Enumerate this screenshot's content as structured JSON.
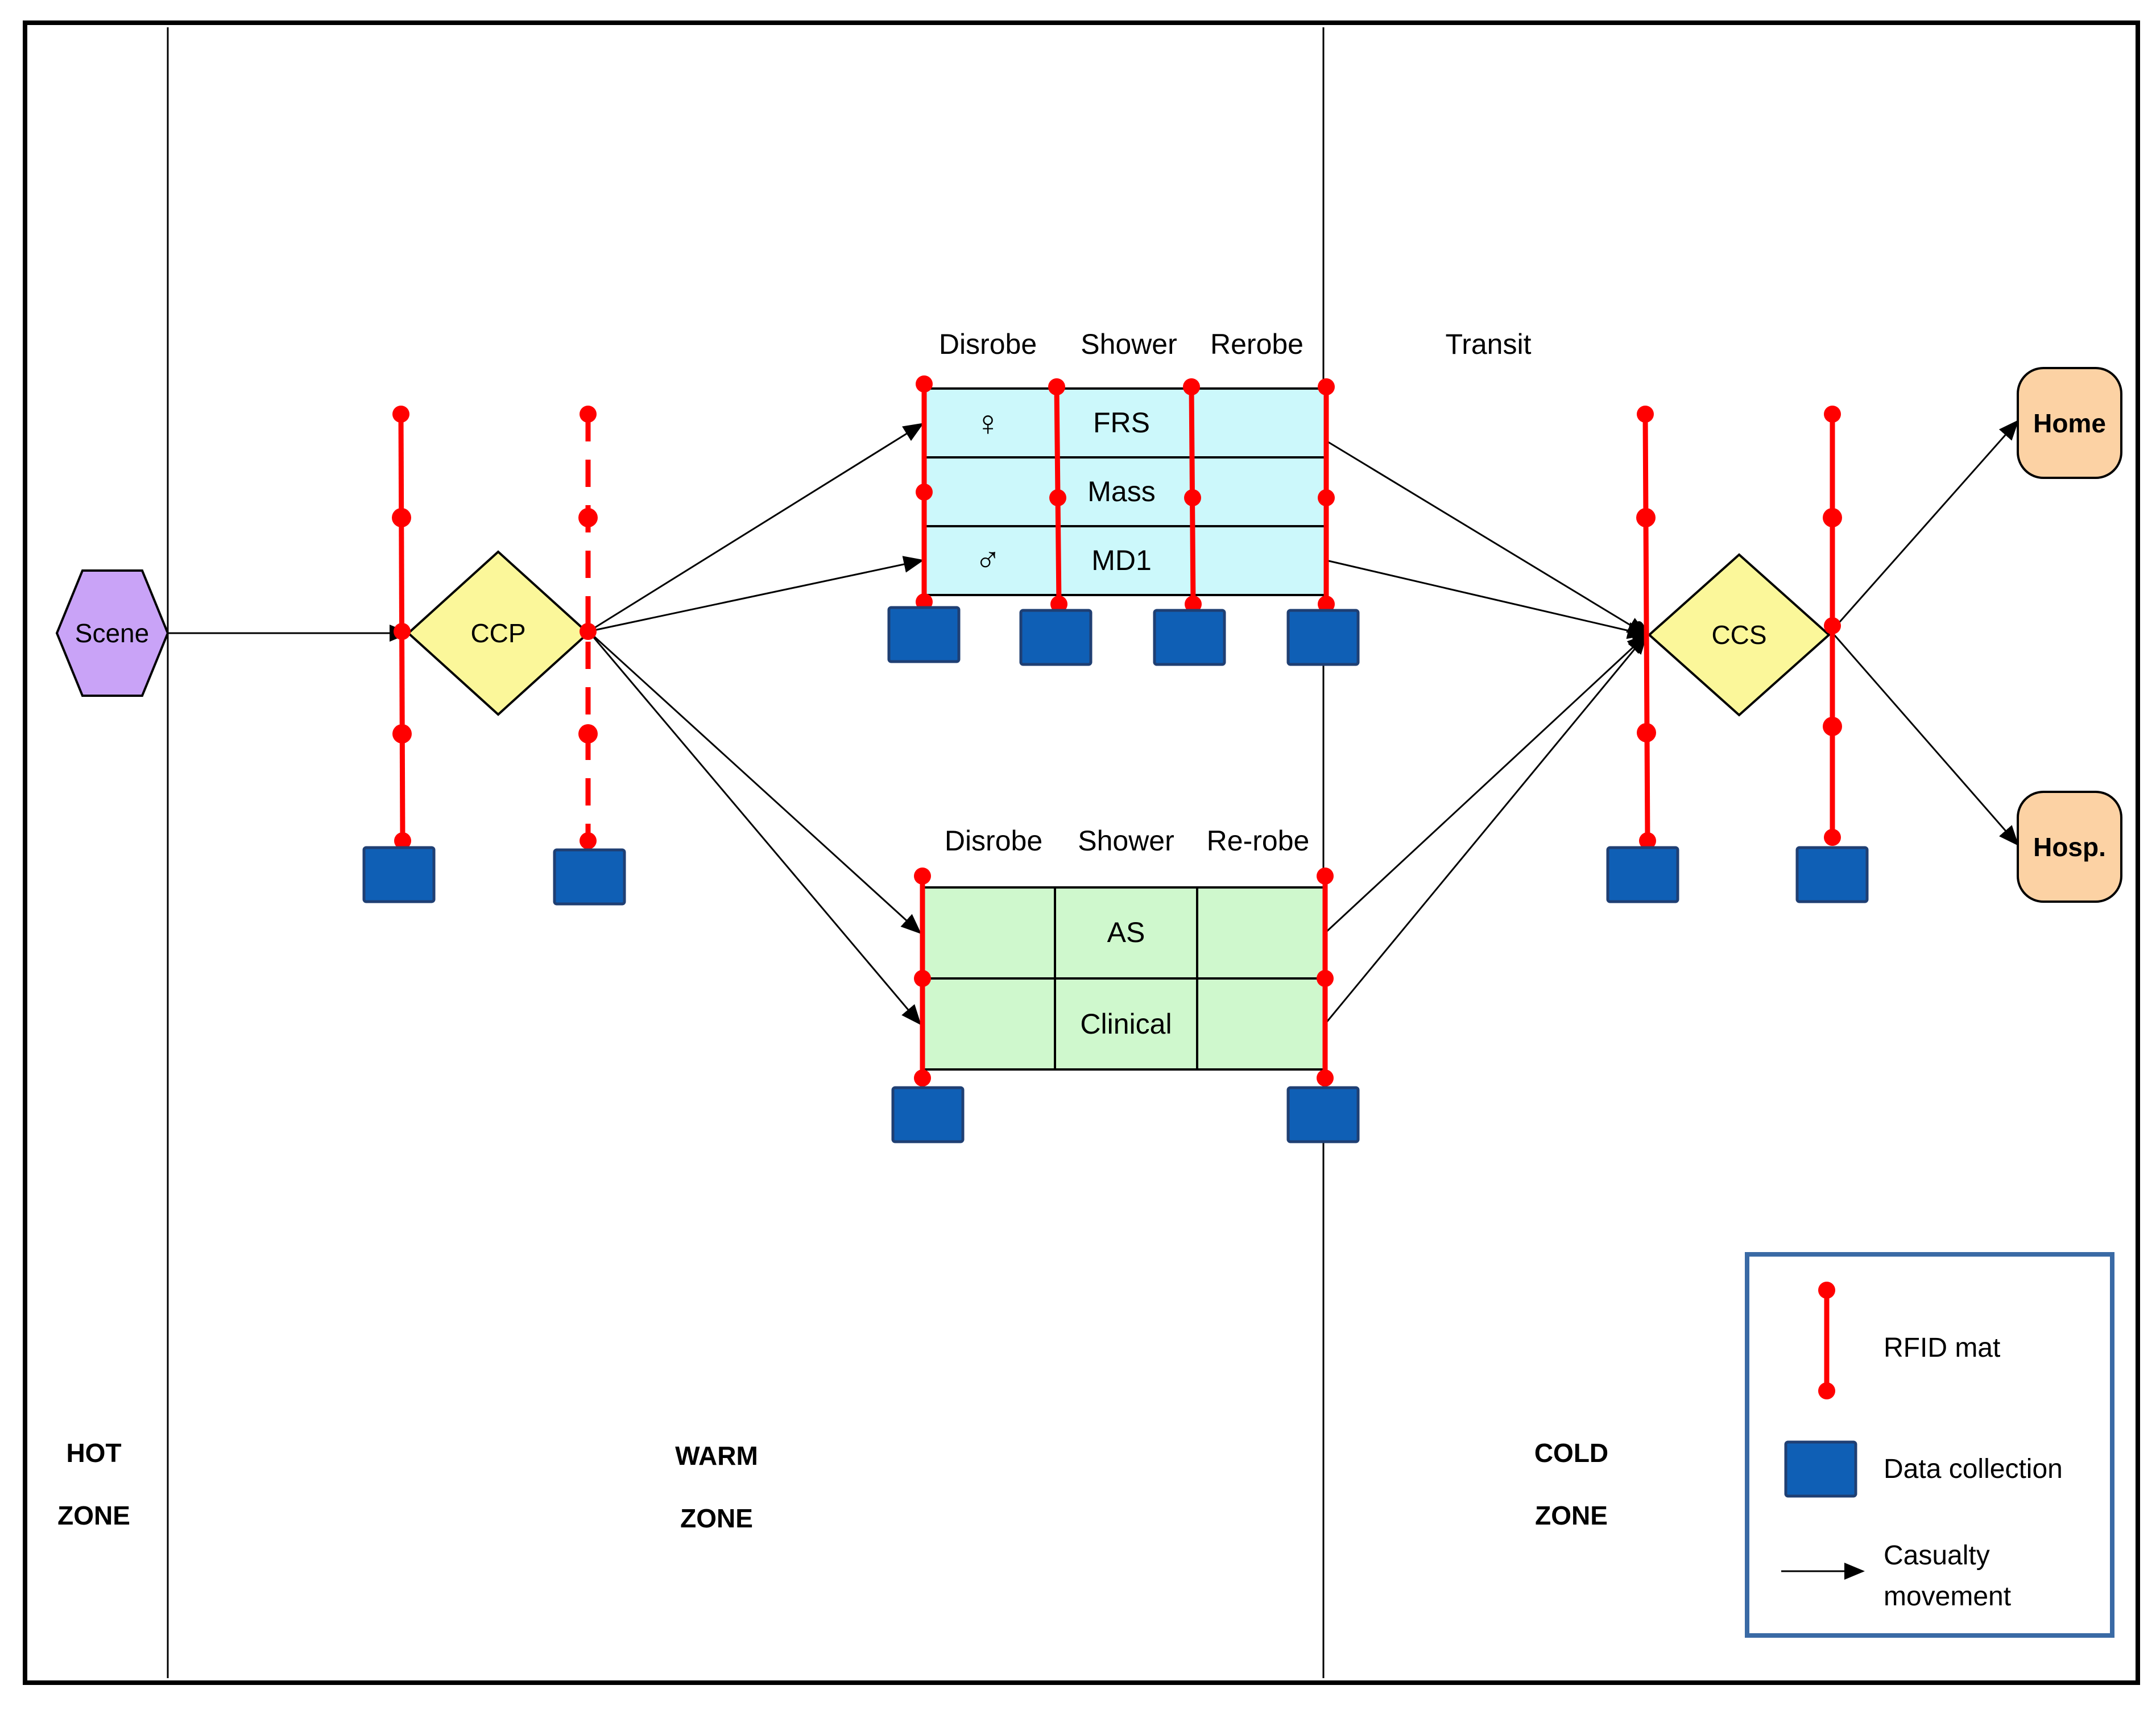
{
  "zones": {
    "hot": [
      "HOT",
      "ZONE"
    ],
    "warm": [
      "WARM",
      "ZONE"
    ],
    "cold": [
      "COLD",
      "ZONE"
    ]
  },
  "nodes": {
    "scene": "Scene",
    "ccp": "CCP",
    "ccs": "CCS",
    "home": "Home",
    "hosp": "Hosp."
  },
  "upper_unit": {
    "columns": [
      "Disrobe",
      "Shower",
      "Rerobe"
    ],
    "transit": "Transit",
    "rows": [
      "FRS",
      "Mass",
      "MD1"
    ],
    "row_symbols": [
      "♀",
      "",
      "♂"
    ]
  },
  "lower_unit": {
    "columns": [
      "Disrobe",
      "Shower",
      "Re-robe"
    ],
    "rows": [
      "AS",
      "Clinical"
    ]
  },
  "legend": {
    "rfid_mat": "RFID mat",
    "data_collection": "Data collection",
    "casualty_movement": [
      "Casualty",
      "movement"
    ]
  },
  "colors": {
    "rfid": "#ff0000",
    "data_box": "#0f5fb5",
    "data_box_border": "#1f3f73",
    "scene_fill": "#c9a3f7",
    "decision_fill": "#fbf79a",
    "endpoint_fill": "#fcd2a4",
    "upper_unit_fill": "#ccf8fb",
    "lower_unit_fill": "#cff8cd",
    "legend_border": "#3a6aa5"
  }
}
